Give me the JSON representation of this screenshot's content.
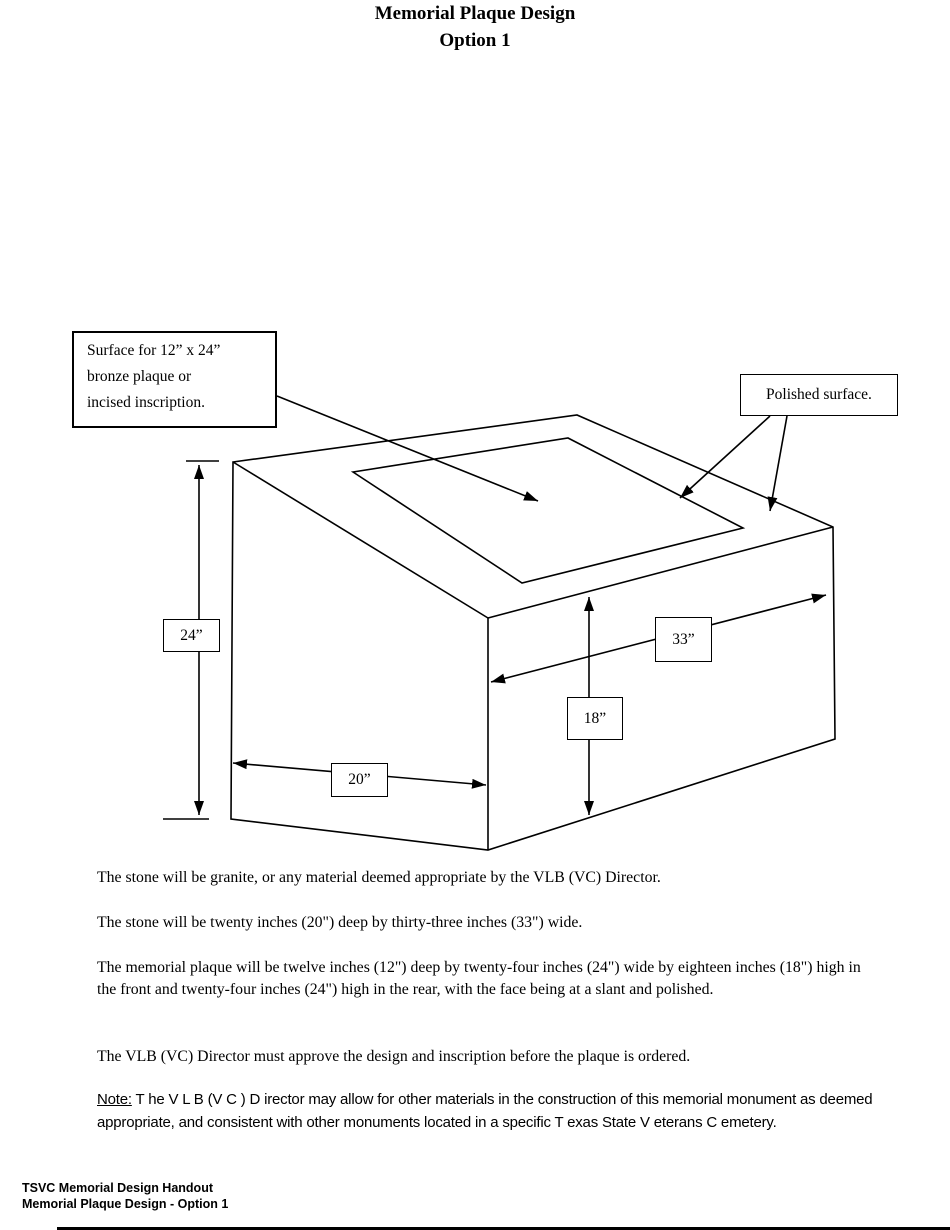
{
  "page": {
    "title_line1": "Memorial Plaque Design",
    "title_line2": "Option 1"
  },
  "diagram": {
    "callout_plaque": {
      "line1": "Surface for 12” x 24”",
      "line2": "bronze plaque or",
      "line3": "incised inscription."
    },
    "callout_polished": {
      "label": "Polished surface."
    },
    "dim_rear_height": "24”",
    "dim_width": "33”",
    "dim_front_height": "18”",
    "dim_depth": "20”"
  },
  "body": {
    "p1": "The stone will be granite, or any material deemed appropriate by the VLB (VC) Director.",
    "p2": "The stone will be twenty inches (20\") deep by thirty-three inches (33\") wide.",
    "p3": "The memorial plaque will be twelve inches (12\") deep by twenty-four inches (24\") wide by eighteen inches (18\") high in the front and twenty-four inches (24\") high in the rear, with the face being at a slant and polished.",
    "p4": "The VLB (VC) Director must approve the design and inscription before the plaque is ordered.",
    "note_label": "Note:",
    "note_text": " T he V L B (V C ) D irector may allow for other materials in the construction of this memorial monument as deemed appropriate, and consistent with other monuments located in a specific T exas State V eterans C emetery."
  },
  "footer": {
    "line1": "TSVC Memorial Design Handout",
    "line2": "Memorial Plaque Design - Option 1"
  },
  "colors": {
    "ink": "#000000",
    "paper": "#ffffff"
  }
}
